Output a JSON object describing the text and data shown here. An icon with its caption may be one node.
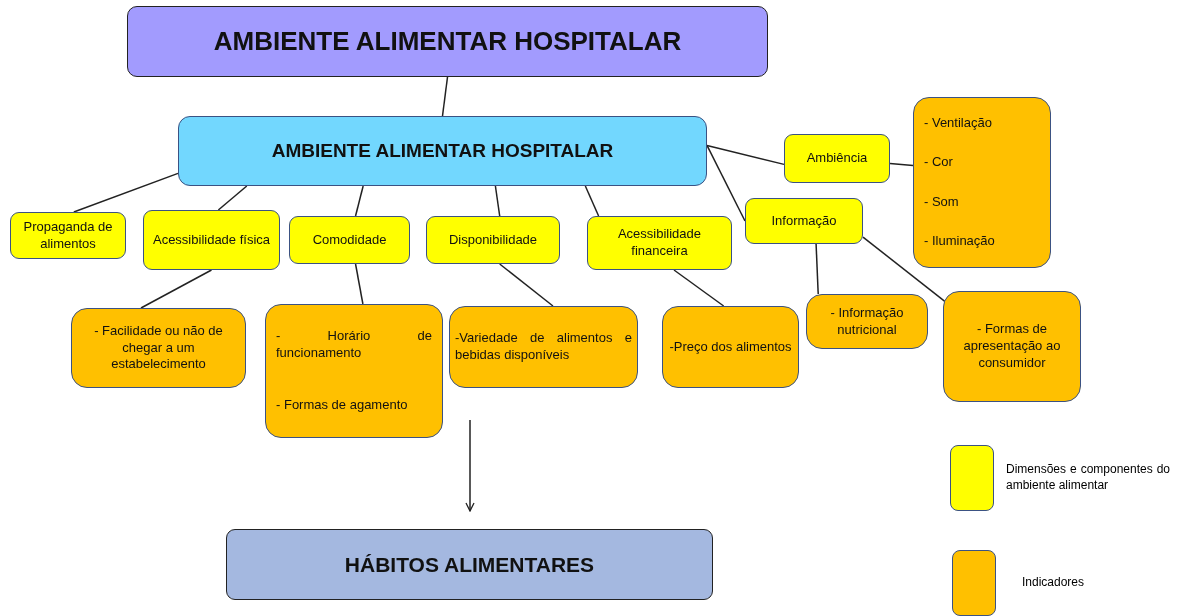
{
  "diagram": {
    "nodes": [
      {
        "text": [
          "AMBIENTE ALIMENTAR HOSPITALAR"
        ]
      },
      {
        "text": [
          "AMBIENTE ALIMENTAR HOSPITALAR"
        ]
      },
      {
        "text": [
          "Propaganda de alimentos"
        ]
      },
      {
        "text": [
          "Acessibilidade física"
        ]
      },
      {
        "text": [
          "Comodidade"
        ]
      },
      {
        "text": [
          "Disponibilidade"
        ]
      },
      {
        "text": [
          "Acessibilidade financeira"
        ]
      },
      {
        "text": [
          "Informação"
        ]
      },
      {
        "text": [
          "Ambiência"
        ]
      },
      {
        "text": [
          "- Ventilação",
          "- Cor",
          "- Som",
          "- Iluminação"
        ]
      },
      {
        "text": [
          "- Facilidade ou não de chegar a um estabelecimento"
        ]
      },
      {
        "text": [
          "- Horário de funcionamento",
          "- Formas de agamento"
        ]
      },
      {
        "text": [
          "-Variedade de alimentos e bebidas disponíveis"
        ]
      },
      {
        "text": [
          "-Preço dos alimentos"
        ]
      },
      {
        "text": [
          "- Informação nutricional"
        ]
      },
      {
        "text": [
          "- Formas de apresentação ao consumidor"
        ]
      },
      {
        "text": [
          "HÁBITOS ALIMENTARES"
        ]
      }
    ],
    "edges": [
      {
        "from": 0,
        "to": 1,
        "arrow": "none"
      },
      {
        "from": 1,
        "to": 2,
        "arrow": "none"
      },
      {
        "from": 1,
        "to": 3,
        "arrow": "none"
      },
      {
        "from": 1,
        "to": 4,
        "arrow": "none"
      },
      {
        "from": 1,
        "to": 5,
        "arrow": "none"
      },
      {
        "from": 1,
        "to": 6,
        "arrow": "none"
      },
      {
        "from": 1,
        "to": 7,
        "arrow": "none"
      },
      {
        "from": 1,
        "to": 8,
        "arrow": "none"
      },
      {
        "from": 8,
        "to": 9,
        "arrow": "none"
      },
      {
        "from": 3,
        "to": 10,
        "arrow": "none"
      },
      {
        "from": 4,
        "to": 11,
        "arrow": "none"
      },
      {
        "from": 5,
        "to": 12,
        "arrow": "none"
      },
      {
        "from": 6,
        "to": 13,
        "arrow": "none"
      },
      {
        "from": 7,
        "to": 14,
        "arrow": "none"
      },
      {
        "from": 7,
        "to": 15,
        "arrow": "none"
      },
      {
        "from": null,
        "to": 16,
        "arrow": "to"
      }
    ],
    "legend": [
      {
        "text": "Dimensões e componentes do ambiente alimentar",
        "color": "#ffff00"
      },
      {
        "text": "Indicadores",
        "color": "#ffc000"
      }
    ]
  }
}
